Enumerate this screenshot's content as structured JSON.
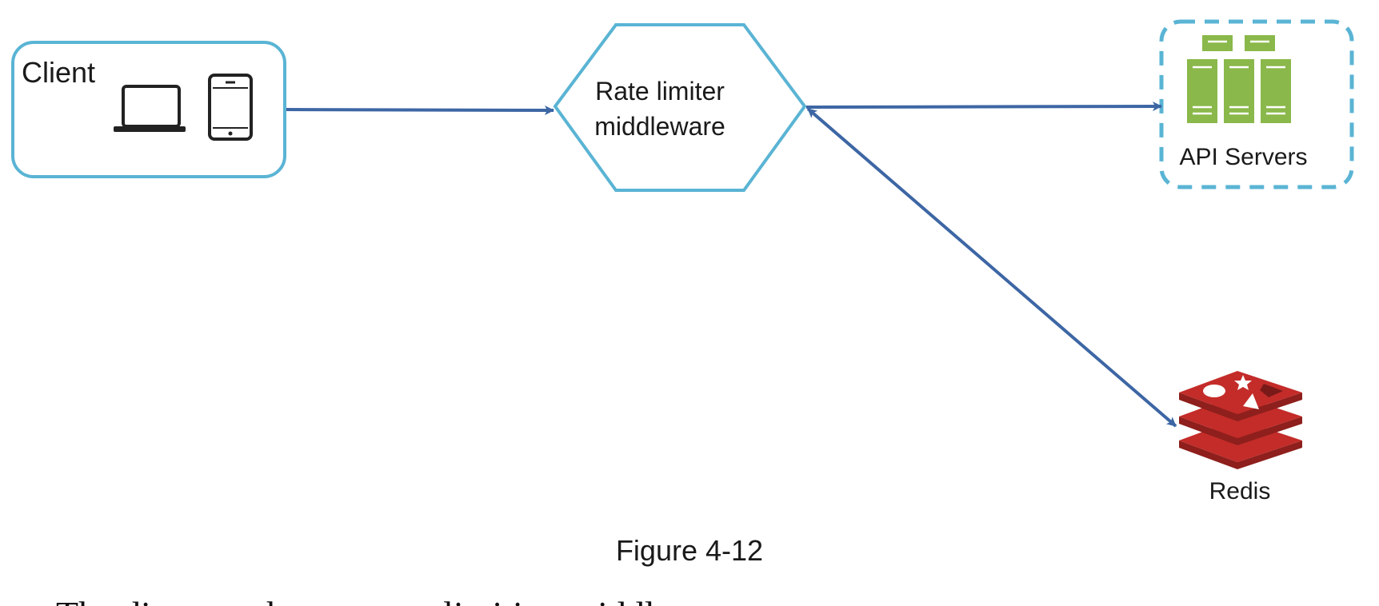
{
  "colors": {
    "box_border": "#5ab4d4",
    "arrow": "#3d66a4",
    "server_green": "#8ab84a",
    "redis_red": "#c32c29",
    "redis_dark": "#8e1f1c",
    "text": "#1a1a1a"
  },
  "nodes": {
    "client": {
      "label": "Client",
      "icons": [
        "laptop-icon",
        "tablet-icon"
      ]
    },
    "rate_limiter": {
      "label_line1": "Rate limiter",
      "label_line2": "middleware"
    },
    "api_servers": {
      "label": "API Servers",
      "icon": "server-rack-icon"
    },
    "redis": {
      "label": "Redis",
      "icon": "redis-icon"
    }
  },
  "edges": [
    {
      "from": "client",
      "to": "rate_limiter",
      "direction": "one-way"
    },
    {
      "from": "rate_limiter",
      "to": "api_servers",
      "direction": "one-way"
    },
    {
      "from": "rate_limiter",
      "to": "redis",
      "direction": "two-way"
    }
  ],
  "caption": "Figure 4-12",
  "cut_off_text": "The diagram shows a rate limiting middleware"
}
